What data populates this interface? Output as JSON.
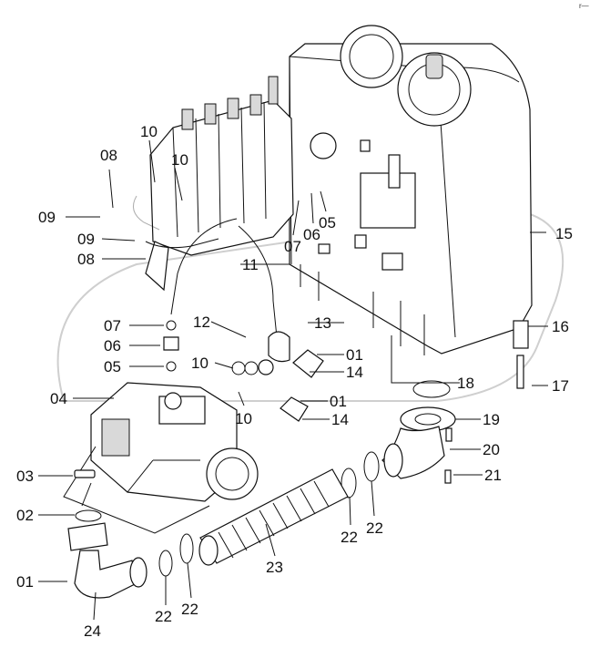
{
  "corner_mark": "r—",
  "callouts": [
    {
      "id": "c1",
      "text": "08"
    },
    {
      "id": "c2",
      "text": "10"
    },
    {
      "id": "c3",
      "text": "10"
    },
    {
      "id": "c4",
      "text": "09"
    },
    {
      "id": "c5",
      "text": "09"
    },
    {
      "id": "c6",
      "text": "08"
    },
    {
      "id": "c7",
      "text": "05"
    },
    {
      "id": "c8",
      "text": "06"
    },
    {
      "id": "c9",
      "text": "07"
    },
    {
      "id": "c10",
      "text": "15"
    },
    {
      "id": "c11",
      "text": "11"
    },
    {
      "id": "c12",
      "text": "07"
    },
    {
      "id": "c13",
      "text": "12"
    },
    {
      "id": "c14",
      "text": "13"
    },
    {
      "id": "c15",
      "text": "06"
    },
    {
      "id": "c16",
      "text": "05"
    },
    {
      "id": "c17",
      "text": "10"
    },
    {
      "id": "c18",
      "text": "01"
    },
    {
      "id": "c19",
      "text": "14"
    },
    {
      "id": "c20",
      "text": "16"
    },
    {
      "id": "c21",
      "text": "17"
    },
    {
      "id": "c22",
      "text": "04"
    },
    {
      "id": "c23",
      "text": "18"
    },
    {
      "id": "c24",
      "text": "01"
    },
    {
      "id": "c25",
      "text": "10"
    },
    {
      "id": "c26",
      "text": "14"
    },
    {
      "id": "c27",
      "text": "19"
    },
    {
      "id": "c28",
      "text": "20"
    },
    {
      "id": "c29",
      "text": "03"
    },
    {
      "id": "c30",
      "text": "21"
    },
    {
      "id": "c31",
      "text": "02"
    },
    {
      "id": "c32",
      "text": "22"
    },
    {
      "id": "c33",
      "text": "22"
    },
    {
      "id": "c34",
      "text": "23"
    },
    {
      "id": "c35",
      "text": "01"
    },
    {
      "id": "c36",
      "text": "22"
    },
    {
      "id": "c37",
      "text": "22"
    },
    {
      "id": "c38",
      "text": "24"
    }
  ]
}
